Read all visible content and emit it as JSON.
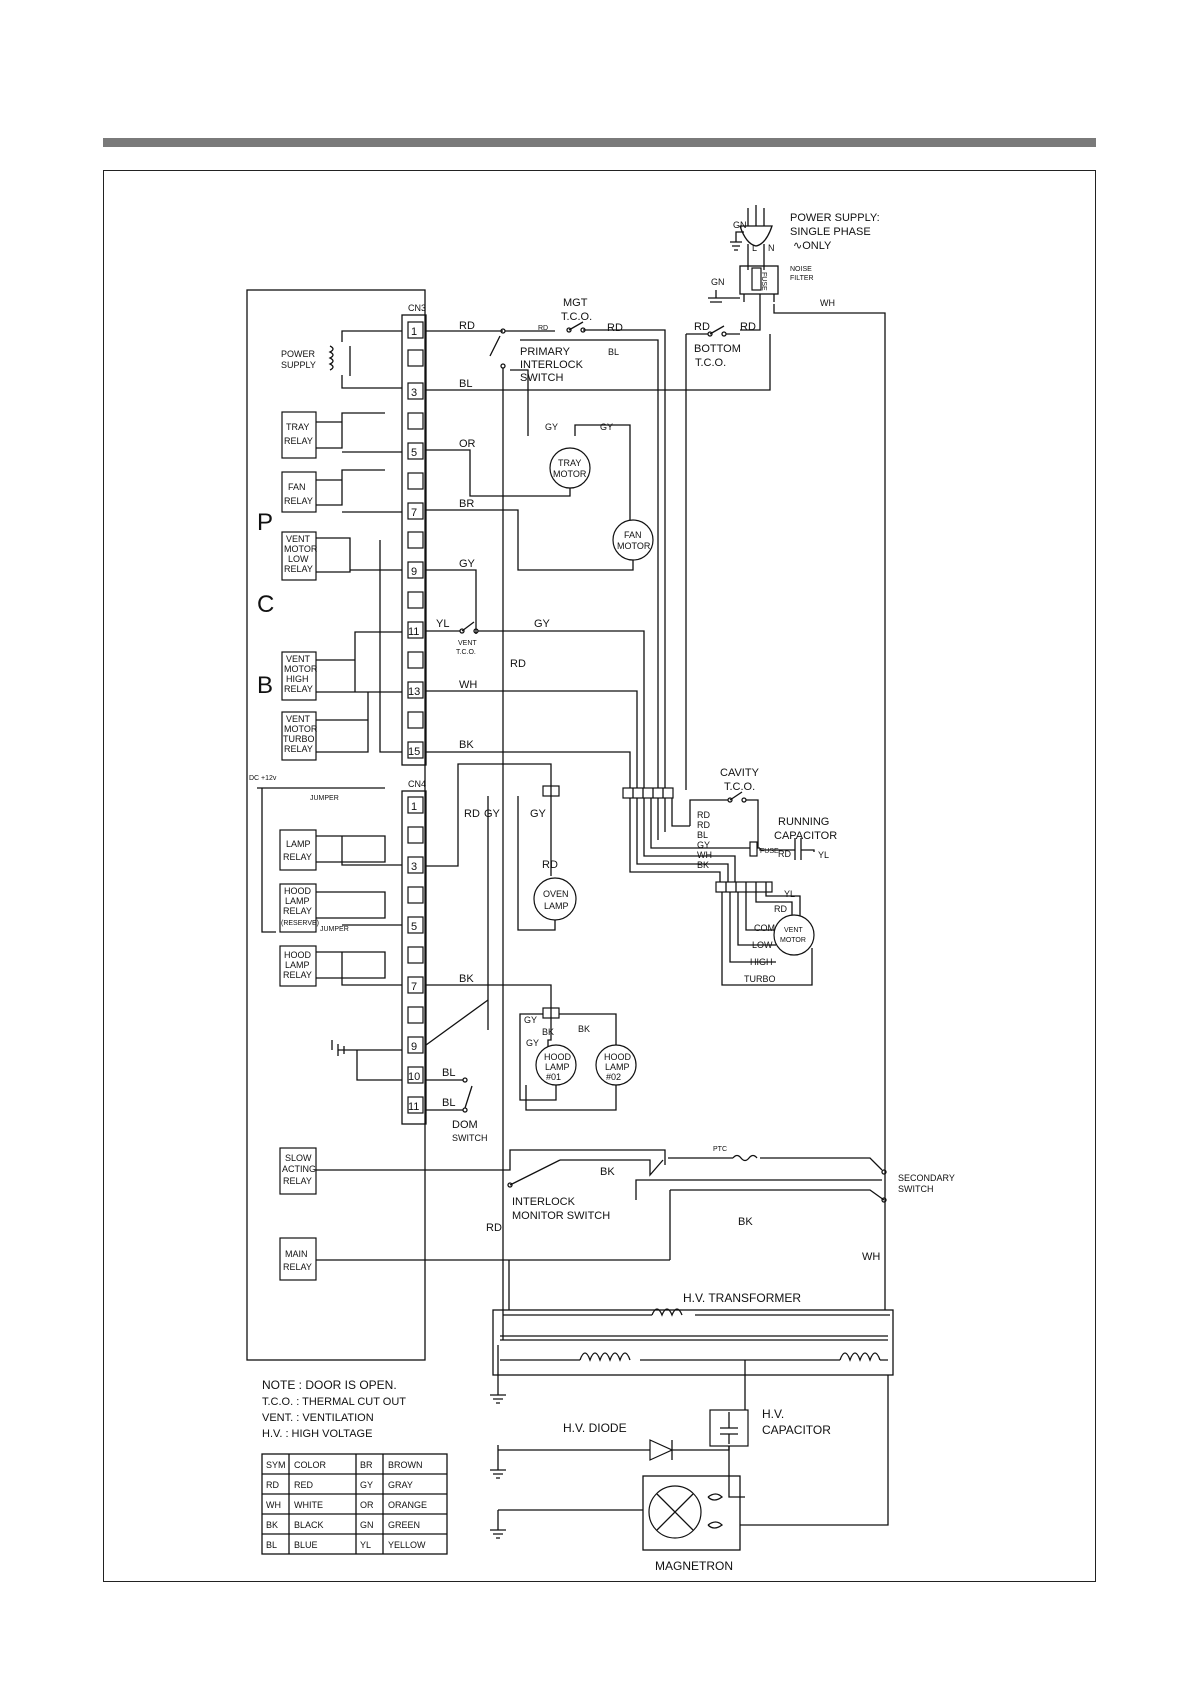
{
  "pcb": {
    "letters": [
      "P",
      "C",
      "B"
    ],
    "cn3": "CN3",
    "cn4": "CN4",
    "cn3_pins": [
      "1",
      "3",
      "5",
      "7",
      "9",
      "11",
      "13",
      "15"
    ],
    "cn4_pins": [
      "1",
      "3",
      "5",
      "7",
      "9",
      "10",
      "11"
    ],
    "dc": "DC +12v",
    "jumper": "JUMPER"
  },
  "pcb_components": {
    "power_supply": [
      "POWER",
      "SUPPLY"
    ],
    "tray_relay": [
      "TRAY",
      "RELAY"
    ],
    "fan_relay": [
      "FAN",
      "RELAY"
    ],
    "vent_low_relay": [
      "VENT",
      "MOTOR",
      "LOW",
      "RELAY"
    ],
    "vent_high_relay": [
      "VENT",
      "MOTOR",
      "HIGH",
      "RELAY"
    ],
    "vent_turbo_relay": [
      "VENT",
      "MOTOR",
      "TURBO",
      "RELAY"
    ],
    "lamp_relay": [
      "LAMP",
      "RELAY"
    ],
    "hood_lamp_relay_reserve": [
      "HOOD",
      "LAMP",
      "RELAY",
      "(RESERVE)"
    ],
    "hood_lamp_relay": [
      "HOOD",
      "LAMP",
      "RELAY"
    ],
    "slow_acting_relay": [
      "SLOW",
      "ACTING",
      "RELAY"
    ],
    "main_relay": [
      "MAIN",
      "RELAY"
    ]
  },
  "components": {
    "power_supply_main": [
      "POWER SUPPLY:",
      "SINGLE PHASE",
      "∿ONLY"
    ],
    "gn": "GN",
    "l": "L",
    "n": "N",
    "noise_filter": [
      "NOISE",
      "FILTER"
    ],
    "fuse": "FUSE",
    "mgt_tco": [
      "MGT",
      "T.C.O."
    ],
    "primary_interlock": [
      "PRIMARY",
      "INTERLOCK",
      "SWITCH"
    ],
    "bottom_tco": [
      "BOTTOM",
      "T.C.O."
    ],
    "tray_motor": [
      "TRAY",
      "MOTOR"
    ],
    "fan_motor": [
      "FAN",
      "MOTOR"
    ],
    "vent_tco": [
      "VENT",
      "T.C.O."
    ],
    "cavity_tco": [
      "CAVITY",
      "T.C.O."
    ],
    "running_capacitor": [
      "RUNNING",
      "CAPACITOR"
    ],
    "vent_motor": [
      "VENT",
      "MOTOR"
    ],
    "vent_taps": {
      "com": "COM",
      "low": "LOW",
      "high": "HIGH",
      "turbo": "TURBO"
    },
    "oven_lamp": [
      "OVEN",
      "LAMP"
    ],
    "hood_lamp_1": [
      "HOOD",
      "LAMP",
      "#01"
    ],
    "hood_lamp_2": [
      "HOOD",
      "LAMP",
      "#02"
    ],
    "dom_switch": [
      "DOM",
      "SWITCH"
    ],
    "ptc": "PTC",
    "secondary_switch": [
      "SECONDARY",
      "SWITCH"
    ],
    "interlock_monitor": [
      "INTERLOCK",
      "MONITOR SWITCH"
    ],
    "hv_transformer": "H.V.  TRANSFORMER",
    "hv_capacitor": [
      "H.V.",
      "CAPACITOR"
    ],
    "hv_diode": "H.V. DIODE",
    "magnetron": "MAGNETRON"
  },
  "wire_labels": {
    "rd": "RD",
    "bl": "BL",
    "gy": "GY",
    "or": "OR",
    "br": "BR",
    "wh": "WH",
    "bk": "BK",
    "yl": "YL"
  },
  "notes": {
    "note": "NOTE :  DOOR IS OPEN.",
    "tco": "T.C.O.   : THERMAL  CUT  OUT",
    "vent": "VENT. : VENTILATION",
    "hv": "H.V.   :  HIGH  VOLTAGE"
  },
  "legend": [
    {
      "sym": "SYM",
      "color": "COLOR",
      "sym2": "BR",
      "color2": "BROWN"
    },
    {
      "sym": "RD",
      "color": "RED",
      "sym2": "GY",
      "color2": "GRAY"
    },
    {
      "sym": "WH",
      "color": "WHITE",
      "sym2": "OR",
      "color2": "ORANGE"
    },
    {
      "sym": "BK",
      "color": "BLACK",
      "sym2": "GN",
      "color2": "GREEN"
    },
    {
      "sym": "BL",
      "color": "BLUE",
      "sym2": "YL",
      "color2": "YELLOW"
    }
  ]
}
